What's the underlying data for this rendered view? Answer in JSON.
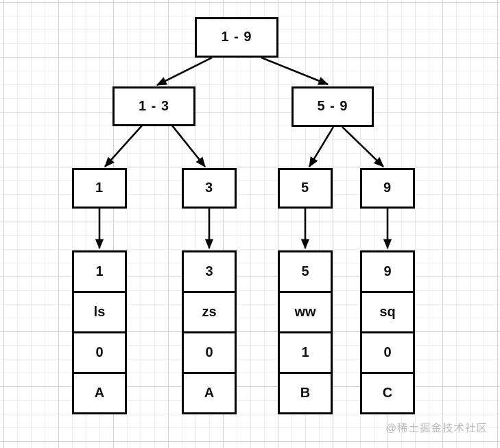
{
  "canvas": {
    "background": "#ffffff",
    "grid_major_color": "#d2d2d2",
    "grid_minor_color": "#efefef",
    "line_color": "#060606",
    "text_color": "#111111"
  },
  "tree": {
    "root": {
      "label": "1 - 9"
    },
    "internal": [
      {
        "label": "1 - 3"
      },
      {
        "label": "5 - 9"
      }
    ],
    "leaves": [
      {
        "label": "1"
      },
      {
        "label": "3"
      },
      {
        "label": "5"
      },
      {
        "label": "9"
      }
    ],
    "stacks": [
      {
        "cells": [
          "1",
          "ls",
          "0",
          "A"
        ]
      },
      {
        "cells": [
          "3",
          "zs",
          "0",
          "A"
        ]
      },
      {
        "cells": [
          "5",
          "ww",
          "1",
          "B"
        ]
      },
      {
        "cells": [
          "9",
          "sq",
          "0",
          "C"
        ]
      }
    ]
  },
  "watermark": {
    "text": "@稀土掘金技术社区",
    "color": "#bcbcbc"
  }
}
